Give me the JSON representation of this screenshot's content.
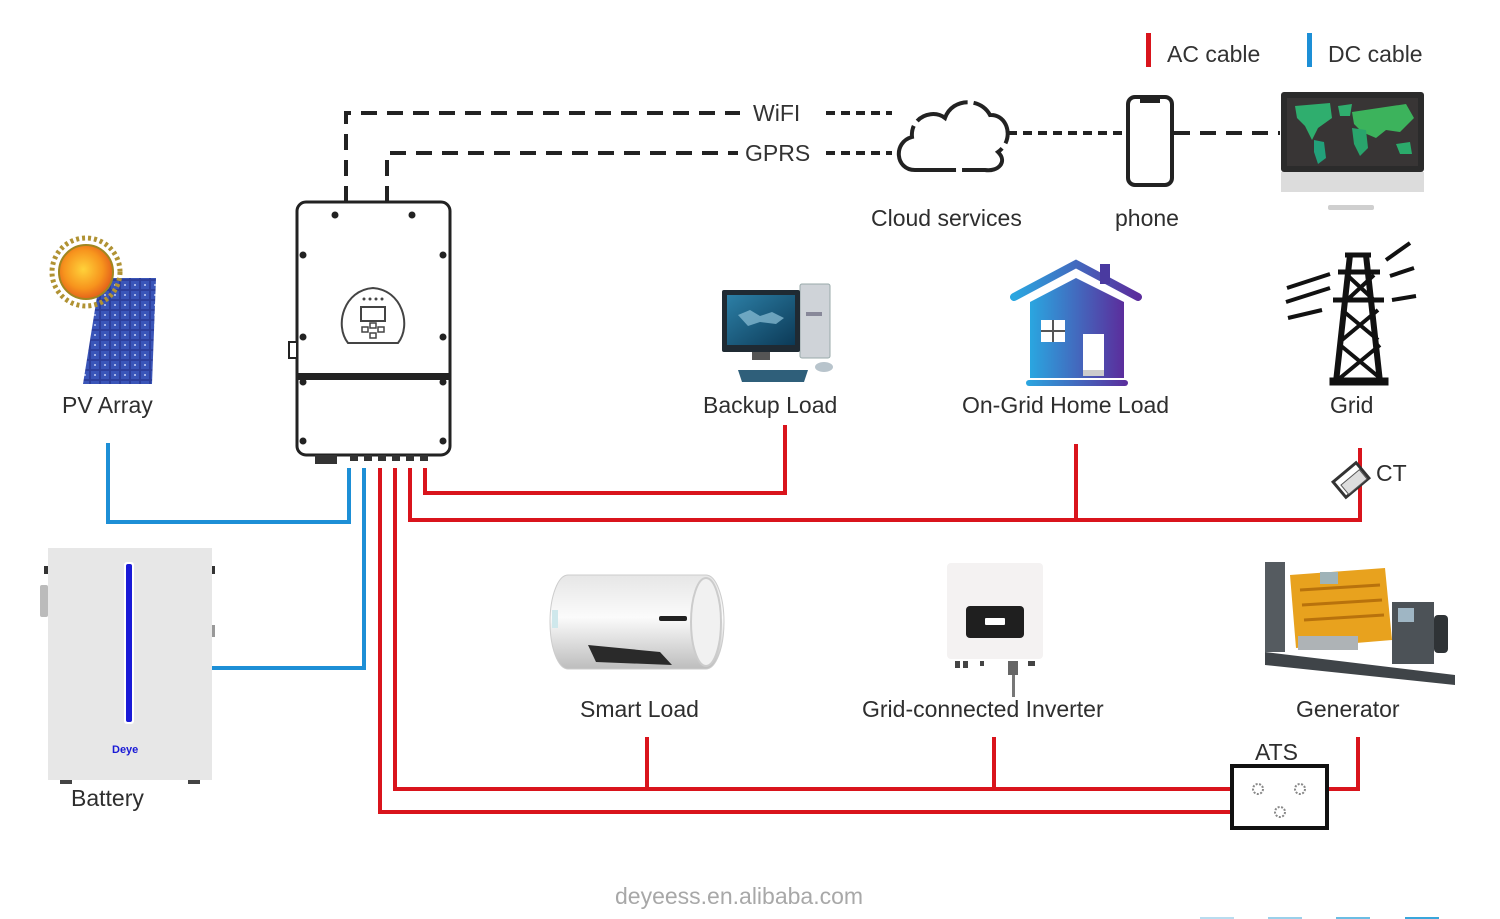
{
  "legend": {
    "ac_label": "AC cable",
    "dc_label": "DC cable",
    "ac_color": "#d9141c",
    "dc_color": "#1d8fd6"
  },
  "communication": {
    "wifi_label": "WiFI",
    "gprs_label": "GPRS"
  },
  "components": {
    "inverter": {
      "icon": "hybrid-inverter-icon"
    },
    "pv_array": {
      "label": "PV Array",
      "icon": "solar-panel-icon"
    },
    "battery": {
      "label": "Battery",
      "icon": "battery-icon",
      "brand": "Deye"
    },
    "cloud": {
      "label": "Cloud services",
      "icon": "cloud-icon"
    },
    "phone": {
      "label": "phone",
      "icon": "phone-icon"
    },
    "monitor": {
      "icon": "monitor-world-map-icon"
    },
    "backup_load": {
      "label": "Backup Load",
      "icon": "desktop-computer-icon"
    },
    "home_load": {
      "label": "On-Grid Home Load",
      "icon": "house-icon"
    },
    "grid": {
      "label": "Grid",
      "icon": "power-tower-icon"
    },
    "ct": {
      "label": "CT",
      "icon": "current-transformer-icon"
    },
    "smart_load": {
      "label": "Smart Load",
      "icon": "water-heater-icon"
    },
    "grid_inverter": {
      "label": "Grid-connected Inverter",
      "icon": "string-inverter-icon"
    },
    "generator": {
      "label": "Generator",
      "icon": "generator-icon"
    },
    "ats": {
      "label": "ATS",
      "icon": "transfer-switch-icon"
    }
  },
  "footer": {
    "watermark": "deyeess.en.alibaba.com"
  }
}
